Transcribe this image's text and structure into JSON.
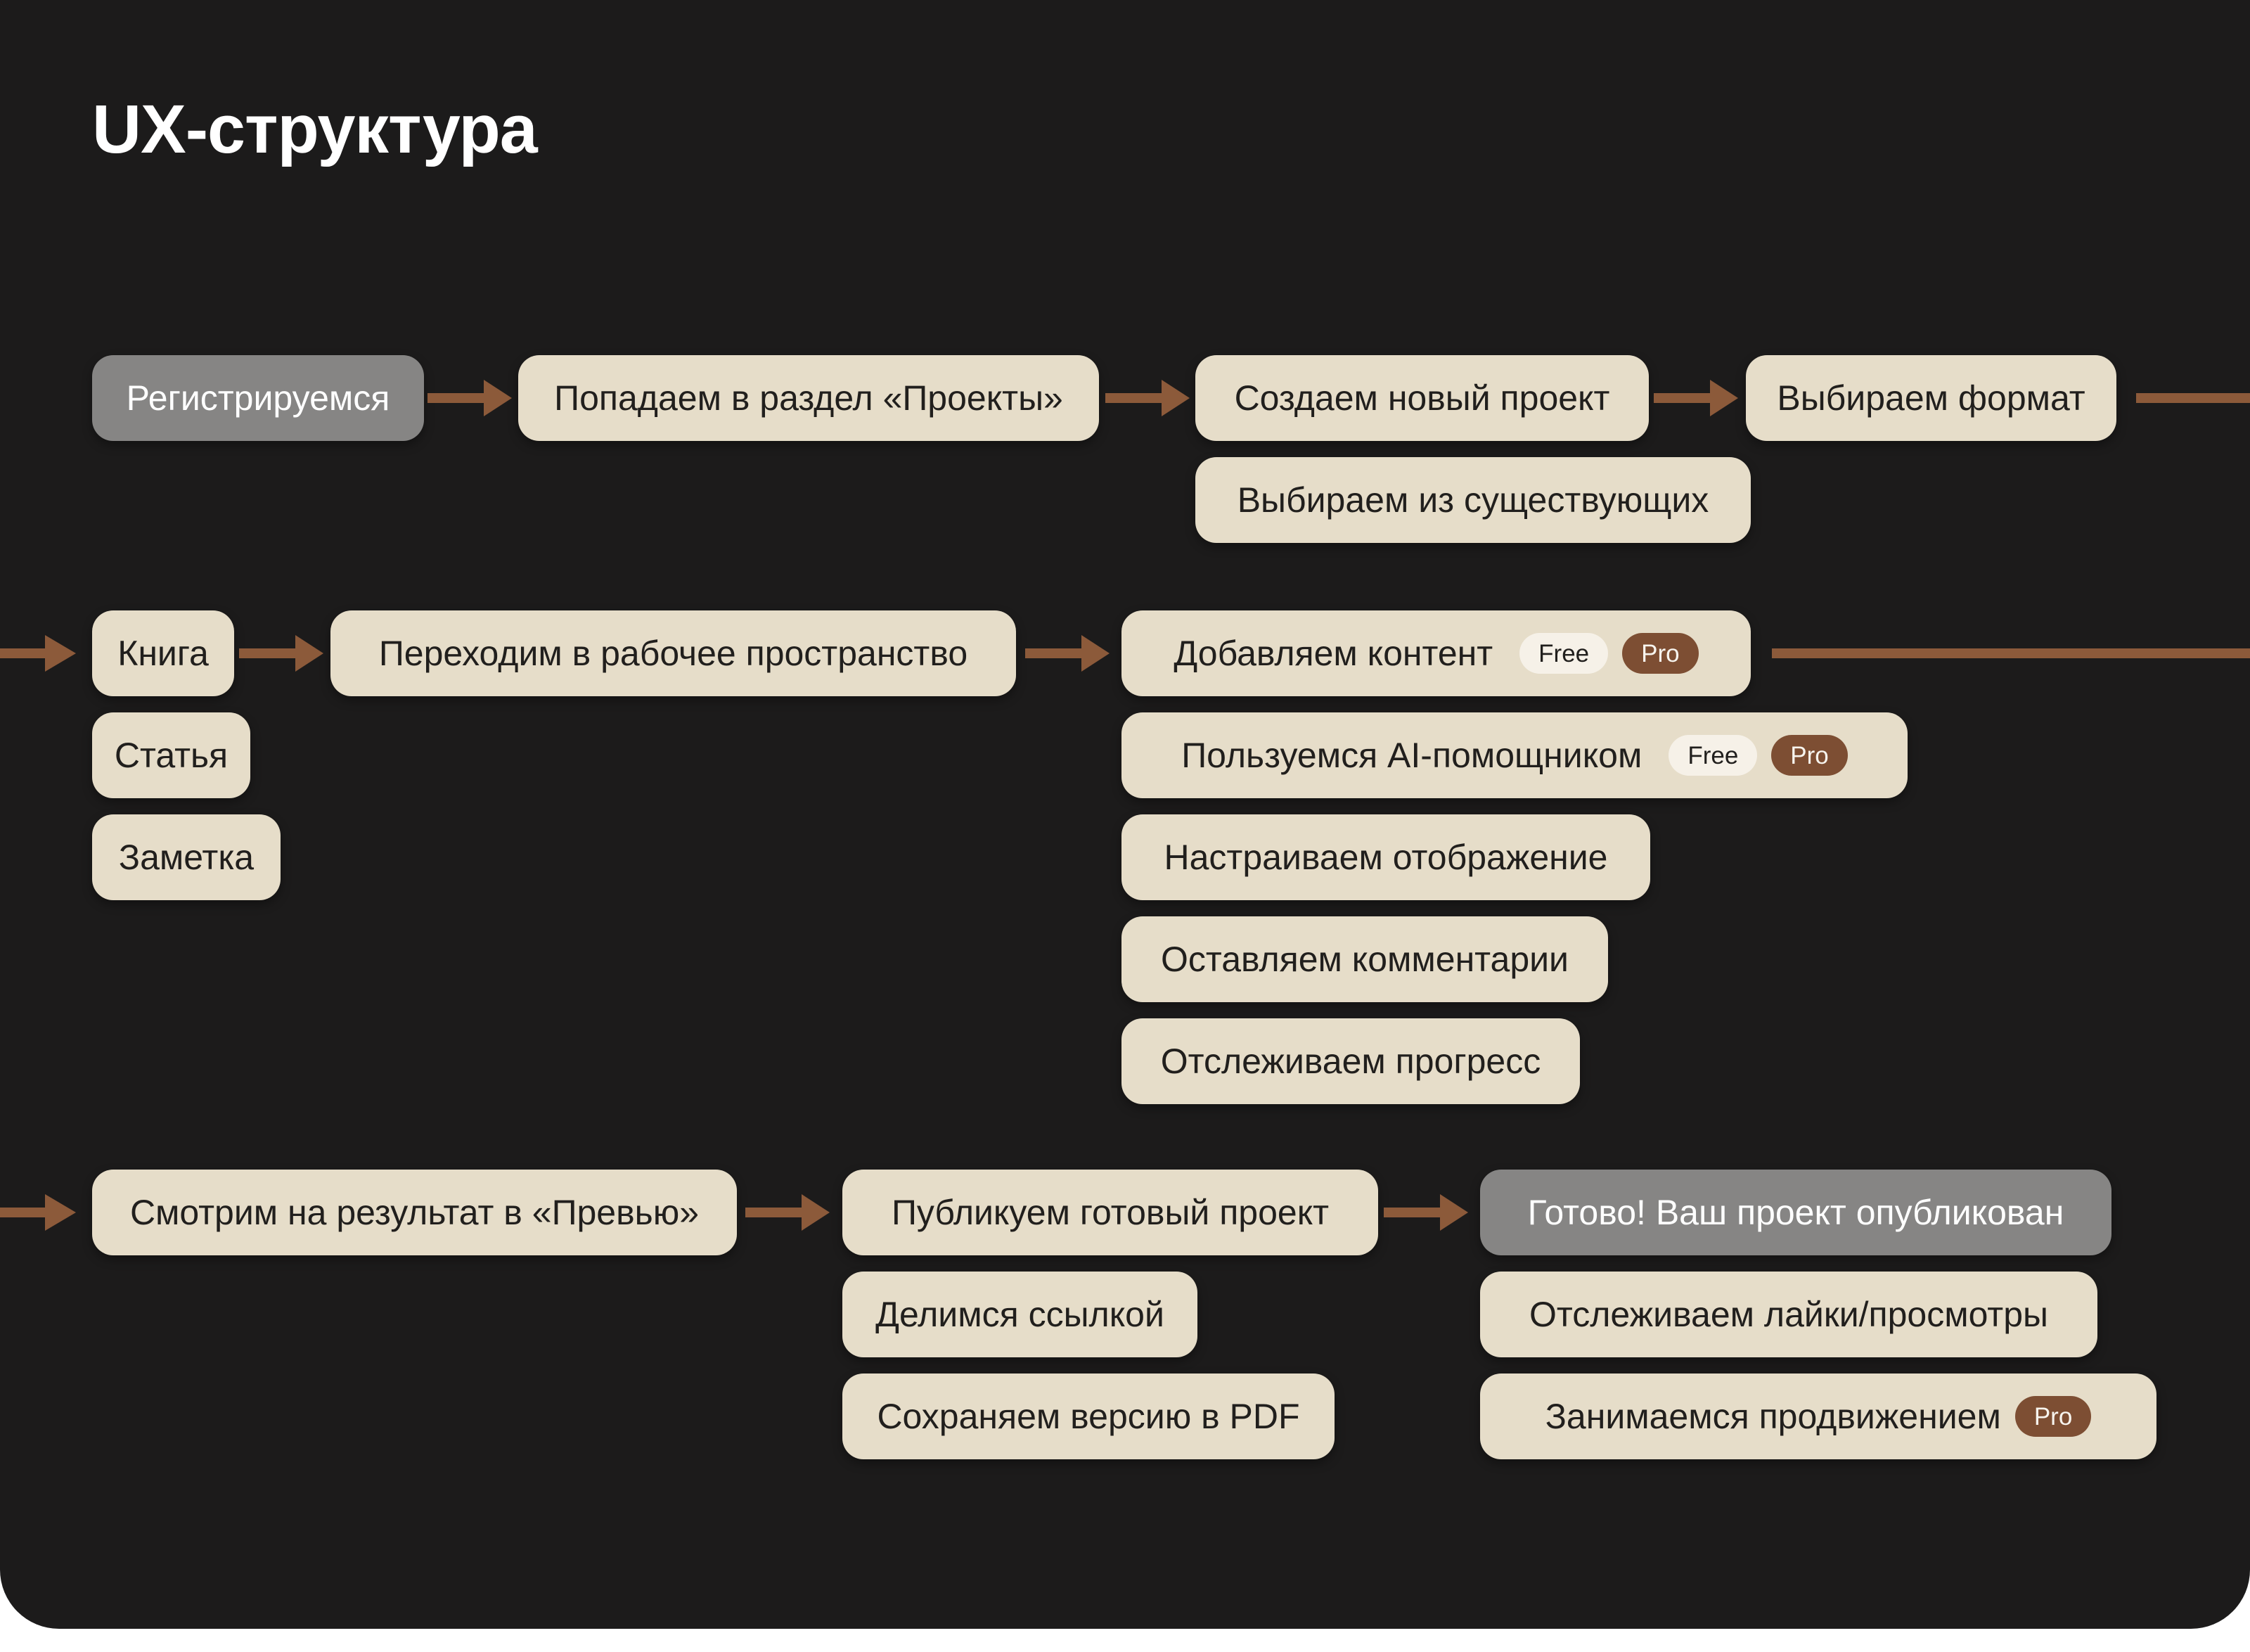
{
  "title": "UX-структура",
  "colors": {
    "background": "#1c1b1b",
    "card_beige": "#e6ddc9",
    "card_gray": "#868584",
    "arrow_brown": "#8c5a3a",
    "badge_free_bg": "#f6f1e8",
    "badge_pro_bg": "#7d4e33",
    "text_dark": "#211f1d",
    "text_light": "#ffffff"
  },
  "badges": {
    "free": "Free",
    "pro": "Pro"
  },
  "nodes": {
    "register": {
      "label": "Регистрируемся"
    },
    "projects_section": {
      "label": "Попадаем в раздел «Проекты»"
    },
    "create_project": {
      "label": "Создаем новый проект"
    },
    "choose_existing": {
      "label": "Выбираем из существующих"
    },
    "choose_format": {
      "label": "Выбираем формат"
    },
    "book": {
      "label": "Книга"
    },
    "article": {
      "label": "Статья"
    },
    "note": {
      "label": "Заметка"
    },
    "workspace": {
      "label": "Переходим в рабочее пространство"
    },
    "add_content": {
      "label": "Добавляем контент",
      "badges": [
        "Free",
        "Pro"
      ]
    },
    "ai_assistant": {
      "label": "Пользуемся AI-помощником",
      "badges": [
        "Free",
        "Pro"
      ]
    },
    "display_settings": {
      "label": "Настраиваем отображение"
    },
    "comments": {
      "label": "Оставляем комментарии"
    },
    "progress": {
      "label": "Отслеживаем прогресс"
    },
    "preview": {
      "label": "Смотрим на результат в «Превью»"
    },
    "publish": {
      "label": "Публикуем готовый проект"
    },
    "share_link": {
      "label": "Делимся ссылкой"
    },
    "save_pdf": {
      "label": "Сохраняем версию в PDF"
    },
    "done": {
      "label": "Готово! Ваш проект опубликован"
    },
    "track_likes": {
      "label": "Отслеживаем лайки/просмотры"
    },
    "promotion": {
      "label": "Занимаемся продвижением",
      "badges": [
        "Pro"
      ]
    }
  }
}
